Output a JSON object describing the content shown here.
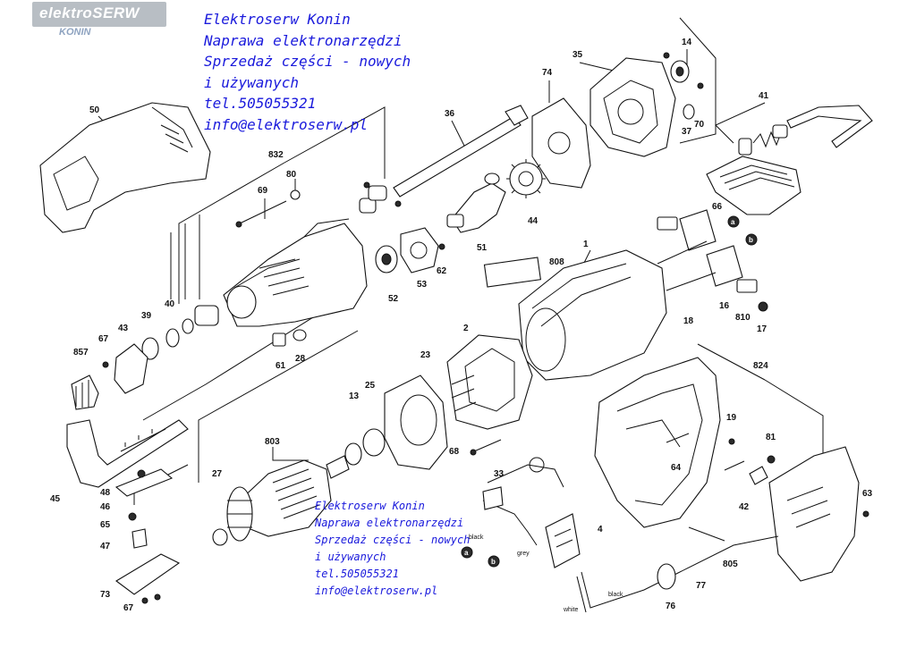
{
  "logo": {
    "brand": "elektroSERW",
    "location": "KONIN"
  },
  "promo_top": [
    "Elektroserw Konin",
    "Naprawa elektronarzędzi",
    "Sprzedaż części - nowych",
    "i używanych",
    "tel.505055321",
    "info@elektroserw.pl"
  ],
  "promo_mid": [
    "Elektroserw Konin",
    "Naprawa elektronarzędzi",
    "Sprzedaż części - nowych",
    "i używanych",
    "tel.505055321",
    "info@elektroserw.pl"
  ],
  "part_numbers": [
    "50",
    "832",
    "80",
    "69",
    "36",
    "74",
    "35",
    "14",
    "41",
    "70",
    "37",
    "44",
    "51",
    "66",
    "62",
    "1",
    "808",
    "52",
    "53",
    "40",
    "39",
    "43",
    "67",
    "857",
    "61",
    "28",
    "2",
    "23",
    "18",
    "16",
    "810",
    "17",
    "13",
    "25",
    "824",
    "19",
    "81",
    "803",
    "68",
    "64",
    "33",
    "4",
    "63",
    "42",
    "27",
    "48",
    "46",
    "45",
    "65",
    "47",
    "73",
    "67",
    "805",
    "77",
    "76"
  ],
  "wire_labels": [
    "black",
    "grey",
    "black",
    "white"
  ],
  "connectors": [
    "a",
    "b",
    "a",
    "b"
  ]
}
